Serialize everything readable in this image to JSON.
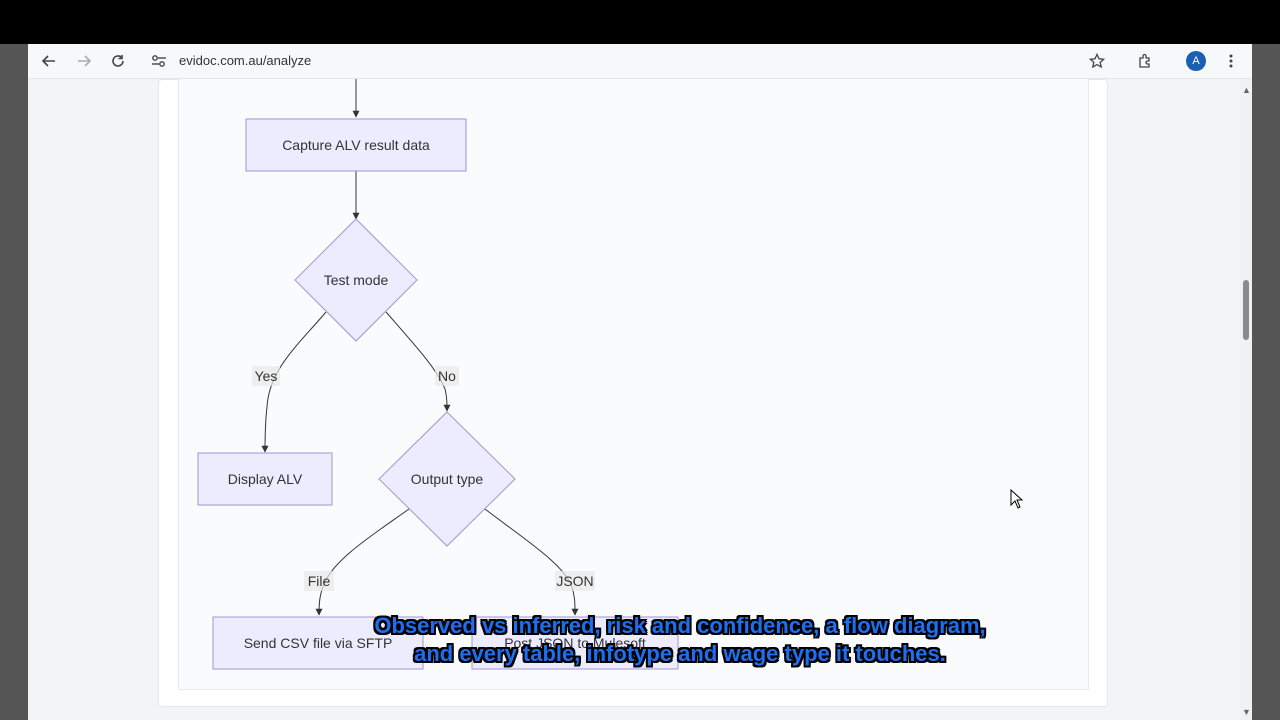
{
  "browser": {
    "url": "evidoc.com.au/analyze",
    "avatar_initial": "A",
    "icons": [
      "back-arrow-icon",
      "forward-arrow-icon",
      "reload-icon",
      "site-settings-icon",
      "star-icon",
      "extensions-icon",
      "kebab-menu-icon"
    ]
  },
  "flowchart": {
    "nodes": {
      "capture": "Capture ALV result data",
      "test_mode": "Test mode",
      "display_alv": "Display ALV",
      "output_type": "Output type",
      "send_csv": "Send CSV file via SFTP",
      "post_json": "Post JSON to Mulesoft"
    },
    "edges": {
      "yes": "Yes",
      "no": "No",
      "file": "File",
      "json": "JSON"
    },
    "colors": {
      "node_fill": "#ececfe",
      "node_stroke": "#9f94d8",
      "edge": "#333333"
    }
  },
  "caption": {
    "line1": "Observed vs inferred, risk and confidence, a flow diagram,",
    "line2": "and every table, infotype and wage type it touches."
  }
}
